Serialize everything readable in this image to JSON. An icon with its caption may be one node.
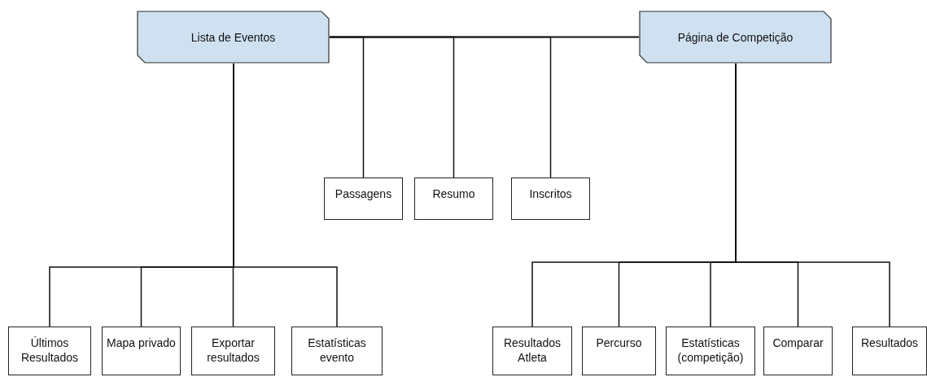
{
  "diagram": {
    "nodes": [
      {
        "text": [
          "Lista de Eventos"
        ]
      },
      {
        "text": [
          "Página de Competição"
        ]
      },
      {
        "text": [
          "Passagens"
        ]
      },
      {
        "text": [
          "Resumo"
        ]
      },
      {
        "text": [
          "Inscritos"
        ]
      },
      {
        "text": [
          "Últimos Resultados"
        ]
      },
      {
        "text": [
          "Mapa privado"
        ]
      },
      {
        "text": [
          "Exportar resultados"
        ]
      },
      {
        "text": [
          "Estatísticas evento"
        ]
      },
      {
        "text": [
          "Resultados Atleta"
        ]
      },
      {
        "text": [
          "Percurso"
        ]
      },
      {
        "text": [
          "Estatísticas (competição)"
        ]
      },
      {
        "text": [
          "Comparar"
        ]
      },
      {
        "text": [
          "Resultados"
        ]
      }
    ],
    "edges": [
      {
        "from": 0,
        "to": 1,
        "arrow": "none"
      },
      {
        "from": 0,
        "to": 2,
        "arrow": "none"
      },
      {
        "from": 0,
        "to": 3,
        "arrow": "none"
      },
      {
        "from": 0,
        "to": 4,
        "arrow": "none"
      },
      {
        "from": 0,
        "to": 5,
        "arrow": "none"
      },
      {
        "from": 0,
        "to": 6,
        "arrow": "none"
      },
      {
        "from": 0,
        "to": 7,
        "arrow": "none"
      },
      {
        "from": 0,
        "to": 8,
        "arrow": "none"
      },
      {
        "from": 1,
        "to": 9,
        "arrow": "none"
      },
      {
        "from": 1,
        "to": 10,
        "arrow": "none"
      },
      {
        "from": 1,
        "to": 11,
        "arrow": "none"
      },
      {
        "from": 1,
        "to": 12,
        "arrow": "none"
      },
      {
        "from": 1,
        "to": 13,
        "arrow": "none"
      }
    ]
  }
}
